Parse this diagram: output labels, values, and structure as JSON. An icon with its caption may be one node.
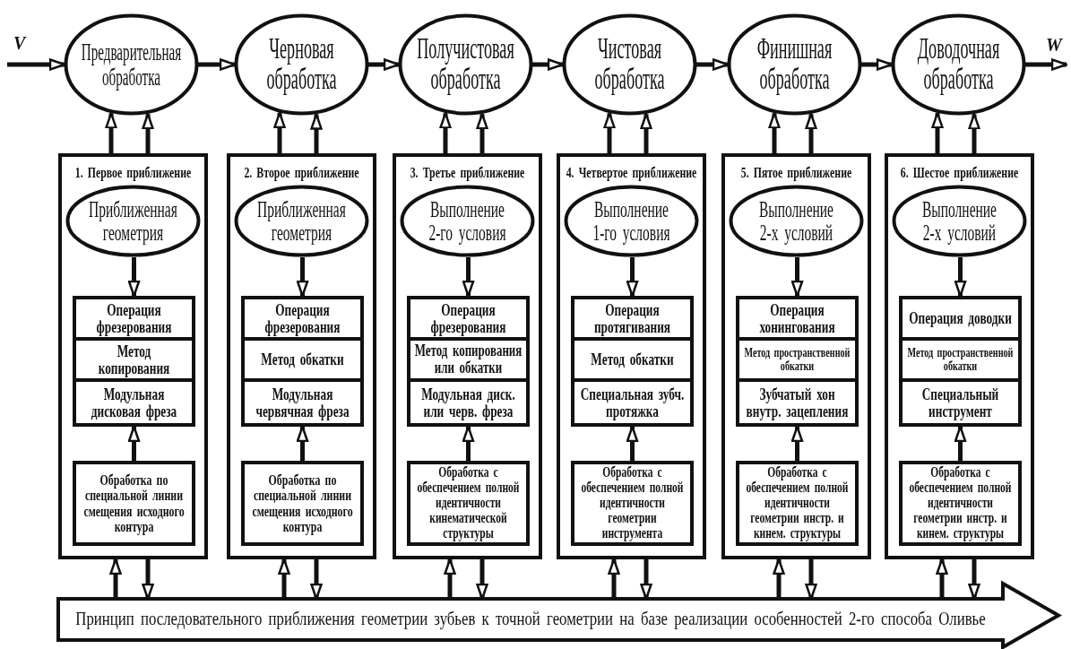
{
  "diagram": {
    "nodes": [
      {
        "text": [
          "Предварительная обработка"
        ]
      },
      {
        "text": [
          "Черновая обработка"
        ]
      },
      {
        "text": [
          "Получистовая обработка"
        ]
      },
      {
        "text": [
          "Чистовая обработка"
        ]
      },
      {
        "text": [
          "Финишная обработка"
        ]
      },
      {
        "text": [
          "Доводочная обработка"
        ]
      },
      {
        "text": [
          "1. Первое приближение"
        ]
      },
      {
        "text": [
          "Приближенная геометрия"
        ],
        "in": 6
      },
      {
        "text": [
          "Операция фрезерования"
        ],
        "in": 6
      },
      {
        "text": [
          "Метод копирования"
        ],
        "in": 6
      },
      {
        "text": [
          "Модульная дисковая фреза"
        ],
        "in": 6
      },
      {
        "text": [
          "Обработка по специальной линии смещения исходного контура"
        ],
        "in": 6
      },
      {
        "text": [
          "2. Второе приближение"
        ]
      },
      {
        "text": [
          "Приближенная геометрия"
        ],
        "in": 12
      },
      {
        "text": [
          "Операция фрезерования"
        ],
        "in": 12
      },
      {
        "text": [
          "Метод обкатки"
        ],
        "in": 12
      },
      {
        "text": [
          "Модульная червячная фреза"
        ],
        "in": 12
      },
      {
        "text": [
          "Обработка по специальной линии смещения исходного контура"
        ],
        "in": 12
      },
      {
        "text": [
          "3. Третье приближение"
        ]
      },
      {
        "text": [
          "Выполнение 2-го условия"
        ],
        "in": 18
      },
      {
        "text": [
          "Операция фрезерования"
        ],
        "in": 18
      },
      {
        "text": [
          "Метод копирования или обкатки"
        ],
        "in": 18
      },
      {
        "text": [
          "Модульная диск. или черв. фреза"
        ],
        "in": 18
      },
      {
        "text": [
          "Обработка с обеспечением полной идентичности кинематической структуры"
        ],
        "in": 18
      },
      {
        "text": [
          "4. Четвертое приближение"
        ]
      },
      {
        "text": [
          "Выполнение 1-го условия"
        ],
        "in": 24
      },
      {
        "text": [
          "Операция протягивания"
        ],
        "in": 24
      },
      {
        "text": [
          "Метод обкатки"
        ],
        "in": 24
      },
      {
        "text": [
          "Специальная зубч. протяжка"
        ],
        "in": 24
      },
      {
        "text": [
          "Обработка с обеспечением полной идентичности геометрии инструмента"
        ],
        "in": 24
      },
      {
        "text": [
          "5. Пятое приближение"
        ]
      },
      {
        "text": [
          "Выполнение 2-х условий"
        ],
        "in": 30
      },
      {
        "text": [
          "Операция хонингования"
        ],
        "in": 30
      },
      {
        "text": [
          "Метод пространственной обкатки"
        ],
        "in": 30
      },
      {
        "text": [
          "Зубчатый хон внутр. зацепления"
        ],
        "in": 30
      },
      {
        "text": [
          "Обработка с обеспечением полной идентичности геометрии инстр. и кинем. структуры"
        ],
        "in": 30
      },
      {
        "text": [
          "6. Шестое приближение"
        ]
      },
      {
        "text": [
          "Выполнение 2-х условий"
        ],
        "in": 36
      },
      {
        "text": [
          "Операция доводки"
        ],
        "in": 36
      },
      {
        "text": [
          "Метод пространственной обкатки"
        ],
        "in": 36
      },
      {
        "text": [
          "Специальный инструмент"
        ],
        "in": 36
      },
      {
        "text": [
          "Обработка с обеспечением полной идентичности геометрии инстр. и кинем. структуры"
        ],
        "in": 36
      },
      {
        "text": [
          "Принцип последовательного приближения геометрии зубьев к точной геометрии на базе реализации особенностей 2-го способа Оливье"
        ]
      }
    ],
    "edges": [
      {
        "from": null,
        "to": 0,
        "arrow": "to",
        "label": "V"
      },
      {
        "from": 0,
        "to": 1,
        "arrow": "to"
      },
      {
        "from": 1,
        "to": 2,
        "arrow": "to"
      },
      {
        "from": 2,
        "to": 3,
        "arrow": "to"
      },
      {
        "from": 3,
        "to": 4,
        "arrow": "to"
      },
      {
        "from": 4,
        "to": 5,
        "arrow": "to"
      },
      {
        "from": 5,
        "to": null,
        "arrow": "to",
        "label": "W"
      },
      {
        "from": 6,
        "to": 0,
        "arrow": "to"
      },
      {
        "from": 6,
        "to": 0,
        "arrow": "to"
      },
      {
        "from": 7,
        "to": 8,
        "arrow": "to"
      },
      {
        "from": 11,
        "to": 10,
        "arrow": "to"
      },
      {
        "from": 42,
        "to": 6,
        "arrow": "to"
      },
      {
        "from": 6,
        "to": 42,
        "arrow": "to"
      },
      {
        "from": 12,
        "to": 1,
        "arrow": "to"
      },
      {
        "from": 12,
        "to": 1,
        "arrow": "to"
      },
      {
        "from": 13,
        "to": 14,
        "arrow": "to"
      },
      {
        "from": 17,
        "to": 16,
        "arrow": "to"
      },
      {
        "from": 42,
        "to": 12,
        "arrow": "to"
      },
      {
        "from": 12,
        "to": 42,
        "arrow": "to"
      },
      {
        "from": 18,
        "to": 2,
        "arrow": "to"
      },
      {
        "from": 18,
        "to": 2,
        "arrow": "to"
      },
      {
        "from": 19,
        "to": 20,
        "arrow": "to"
      },
      {
        "from": 23,
        "to": 22,
        "arrow": "to"
      },
      {
        "from": 42,
        "to": 18,
        "arrow": "to"
      },
      {
        "from": 18,
        "to": 42,
        "arrow": "to"
      },
      {
        "from": 24,
        "to": 3,
        "arrow": "to"
      },
      {
        "from": 24,
        "to": 3,
        "arrow": "to"
      },
      {
        "from": 25,
        "to": 26,
        "arrow": "to"
      },
      {
        "from": 29,
        "to": 28,
        "arrow": "to"
      },
      {
        "from": 42,
        "to": 24,
        "arrow": "to"
      },
      {
        "from": 24,
        "to": 42,
        "arrow": "to"
      },
      {
        "from": 30,
        "to": 4,
        "arrow": "to"
      },
      {
        "from": 30,
        "to": 4,
        "arrow": "to"
      },
      {
        "from": 31,
        "to": 32,
        "arrow": "to"
      },
      {
        "from": 35,
        "to": 34,
        "arrow": "to"
      },
      {
        "from": 42,
        "to": 30,
        "arrow": "to"
      },
      {
        "from": 30,
        "to": 42,
        "arrow": "to"
      },
      {
        "from": 36,
        "to": 5,
        "arrow": "to"
      },
      {
        "from": 36,
        "to": 5,
        "arrow": "to"
      },
      {
        "from": 37,
        "to": 38,
        "arrow": "to"
      },
      {
        "from": 41,
        "to": 40,
        "arrow": "to"
      },
      {
        "from": 42,
        "to": 36,
        "arrow": "to"
      },
      {
        "from": 36,
        "to": 42,
        "arrow": "to"
      }
    ]
  }
}
